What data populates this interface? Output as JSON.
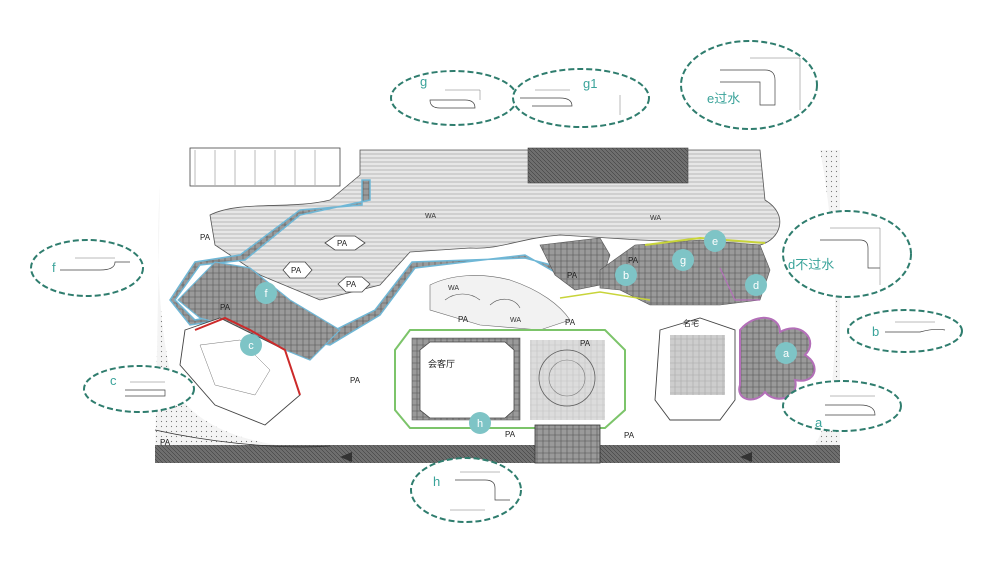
{
  "markers": {
    "a": "a",
    "b": "b",
    "c": "c",
    "d": "d",
    "e": "e",
    "f": "f",
    "g": "g",
    "h": "h"
  },
  "callouts": {
    "g": "g",
    "g1": "g1",
    "e": "e过水",
    "d": "d不过水",
    "f": "f",
    "b": "b",
    "c": "c",
    "a": "a",
    "h": "h"
  },
  "area_labels": {
    "pa": "PA",
    "wa": "WA"
  },
  "building_labels": {
    "left_hall": "会客厅",
    "right_building": "名宅"
  },
  "colors": {
    "callout_border": "#2f7d6e",
    "marker_fill": "#7ec4c6",
    "marker_text": "#ffffff",
    "callout_text": "#3aa39a",
    "zone_blue": "#6fb7d6",
    "zone_green": "#7cc46a",
    "zone_red": "#cc2a2a",
    "zone_yellow": "#c8d43a",
    "zone_purple": "#b36fb8",
    "hatch": "#555555"
  }
}
